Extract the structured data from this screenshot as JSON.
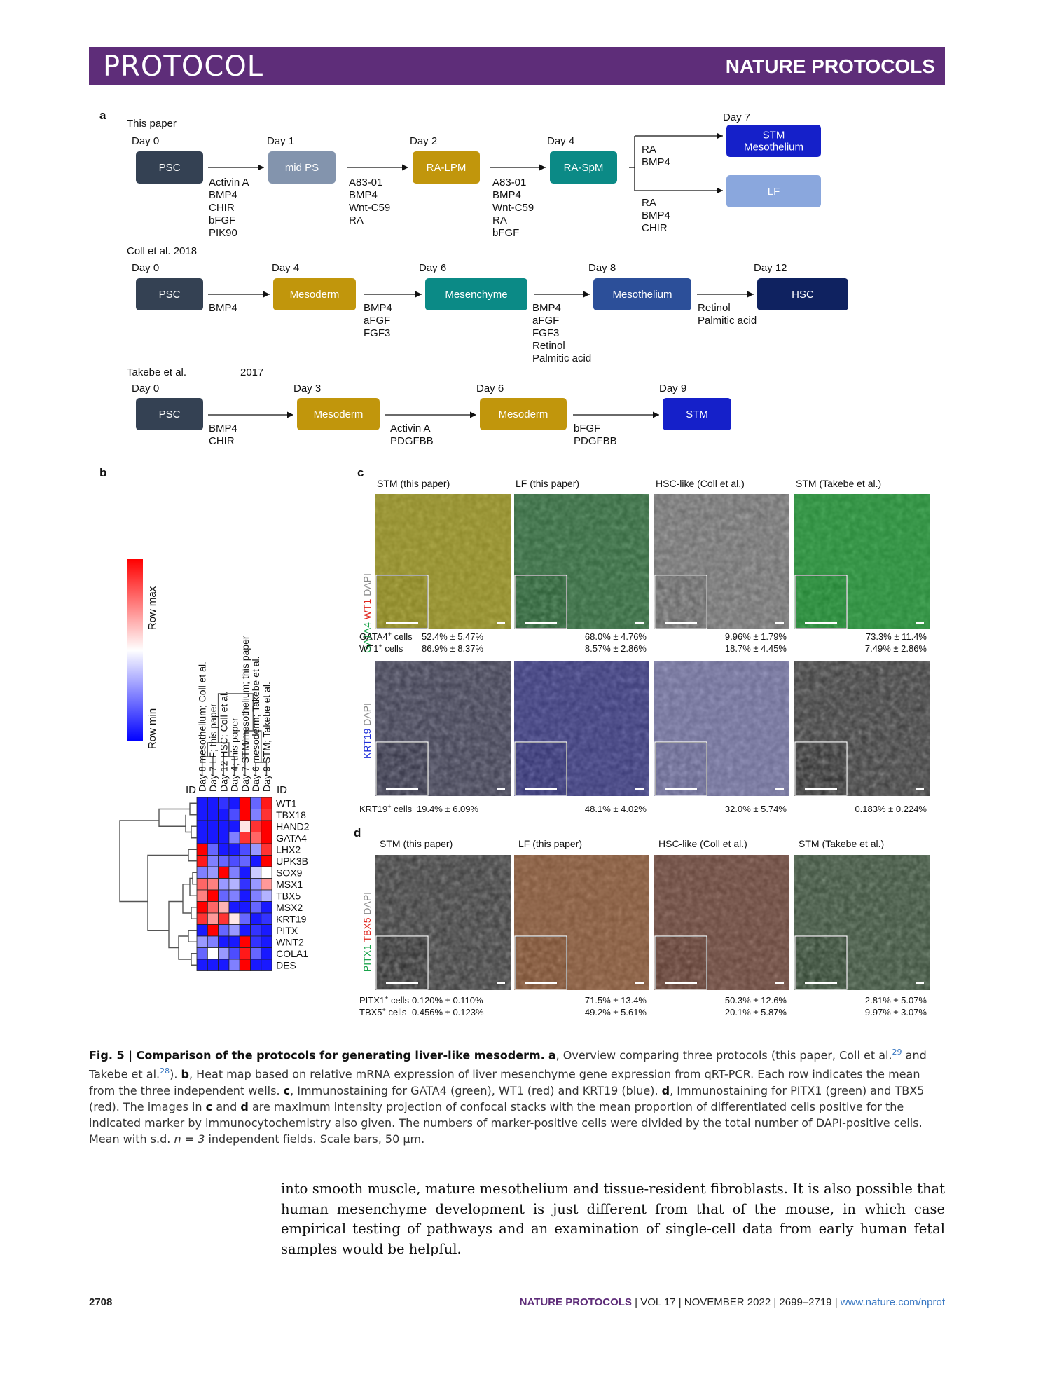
{
  "header": {
    "left": "PROTOCOL",
    "right": "NATURE PROTOCOLS"
  },
  "panel_a": {
    "label": "a",
    "rows": [
      {
        "title": "This paper",
        "days": [
          "Day 0",
          "Day 1",
          "Day 2",
          "Day 4",
          "Day 7"
        ],
        "boxes": [
          {
            "text": "PSC",
            "color": "#344153"
          },
          {
            "text": "mid PS",
            "color": "#8394ad"
          },
          {
            "text": "RA-LPM",
            "color": "#c1960c"
          },
          {
            "text": "RA-SpM",
            "color": "#0b8a86"
          },
          {
            "text": "STM\nMesothelium",
            "color": "#1520c9"
          },
          {
            "text": "LF",
            "color": "#8aa7dd"
          }
        ],
        "conditions": [
          [
            "Activin A",
            "BMP4",
            "CHIR",
            "bFGF",
            "PIK90"
          ],
          [
            "A83-01",
            "BMP4",
            "Wnt-C59",
            "RA"
          ],
          [
            "A83-01",
            "BMP4",
            "Wnt-C59",
            "RA",
            "bFGF"
          ],
          [
            "RA",
            "BMP4"
          ],
          [
            "RA",
            "BMP4",
            "CHIR"
          ]
        ]
      },
      {
        "title": "Coll et al. 2018",
        "days": [
          "Day 0",
          "Day 4",
          "Day 6",
          "Day 8",
          "Day 12"
        ],
        "boxes": [
          {
            "text": "PSC",
            "color": "#344153"
          },
          {
            "text": "Mesoderm",
            "color": "#c1960c"
          },
          {
            "text": "Mesenchyme",
            "color": "#0b8a86"
          },
          {
            "text": "Mesothelium",
            "color": "#2c4f99"
          },
          {
            "text": "HSC",
            "color": "#0f2260"
          }
        ],
        "conditions": [
          [
            "BMP4"
          ],
          [
            "BMP4",
            "aFGF",
            "FGF3"
          ],
          [
            "BMP4",
            "aFGF",
            "FGF3",
            "Retinol",
            "Palmitic acid"
          ],
          [
            "Retinol",
            "Palmitic acid"
          ]
        ]
      },
      {
        "title": "Takebe et al.",
        "year": "2017",
        "days": [
          "Day 0",
          "Day 3",
          "Day 6",
          "Day 9"
        ],
        "boxes": [
          {
            "text": "PSC",
            "color": "#344153"
          },
          {
            "text": "Mesoderm",
            "color": "#c1960c"
          },
          {
            "text": "Mesoderm",
            "color": "#c1960c"
          },
          {
            "text": "STM",
            "color": "#1520c9"
          }
        ],
        "conditions": [
          [
            "BMP4",
            "CHIR"
          ],
          [
            "Activin A",
            "PDGFBB"
          ],
          [
            "bFGF",
            "PDGFBB"
          ]
        ]
      }
    ]
  },
  "panel_b": {
    "label": "b",
    "legend_max": "Row max",
    "legend_min": "Row min",
    "id_label": "ID",
    "columns": [
      "Day 8 mesothelium; Coll et al.",
      "Day 7 LF; this paper",
      "Day 12 HSC; Coll et al.",
      "Day 4; this paper",
      "Day 7 STM/mesothelium; this paper",
      "Day 6 mesoderm; Takebe et al.",
      "Day 9 STM; Takebe et al."
    ],
    "genes": [
      "WT1",
      "TBX18",
      "HAND2",
      "GATA4",
      "LHX2",
      "UPK3B",
      "SOX9",
      "MSX1",
      "TBX5",
      "MSX2",
      "KRT19",
      "PITX",
      "WNT2",
      "COLA1",
      "DES"
    ],
    "matrix": [
      [
        -0.9,
        -0.9,
        -0.8,
        -0.9,
        1.0,
        -0.6,
        0.9
      ],
      [
        -0.9,
        -0.9,
        -0.9,
        -0.7,
        1.0,
        -0.5,
        0.8
      ],
      [
        -0.9,
        -0.9,
        -0.9,
        -0.9,
        0.1,
        0.8,
        1.0
      ],
      [
        -0.9,
        -0.9,
        -0.9,
        -0.5,
        0.8,
        0.6,
        1.0
      ],
      [
        1.0,
        -0.6,
        -0.9,
        -0.9,
        -0.7,
        -0.4,
        0.8
      ],
      [
        0.9,
        -0.5,
        -0.6,
        -0.7,
        -0.6,
        -0.9,
        1.0
      ],
      [
        -0.5,
        -0.4,
        1.0,
        -0.5,
        -0.9,
        -0.2,
        0.0
      ],
      [
        0.6,
        0.5,
        -0.4,
        -0.3,
        -0.8,
        -0.4,
        0.4
      ],
      [
        0.5,
        1.0,
        -0.6,
        -0.5,
        -0.9,
        -0.5,
        -0.3
      ],
      [
        1.0,
        0.6,
        0.3,
        -0.9,
        -0.9,
        -0.6,
        -0.9
      ],
      [
        0.8,
        0.4,
        0.8,
        0.1,
        -0.6,
        -0.9,
        -0.8
      ],
      [
        -0.9,
        1.0,
        -0.6,
        -0.4,
        -0.9,
        -0.8,
        -0.9
      ],
      [
        -0.4,
        -0.5,
        -0.9,
        -0.9,
        1.0,
        -0.8,
        -0.9
      ],
      [
        -0.6,
        0.0,
        -0.4,
        -0.7,
        0.9,
        -0.6,
        -0.9
      ],
      [
        -0.9,
        -0.9,
        -0.9,
        -0.5,
        1.0,
        -0.9,
        -0.9
      ]
    ]
  },
  "panel_c": {
    "label": "c",
    "columns": [
      "STM (this paper)",
      "LF (this paper)",
      "HSC-like (Coll et al.)",
      "STM (Takebe et al.)"
    ],
    "row1_stain": [
      "GATA4",
      "WT1",
      "DAPI"
    ],
    "row1_stats": [
      {
        "label": "GATA4",
        "values": [
          "52.4% ± 5.47%",
          "68.0% ± 4.76%",
          "9.96% ± 1.79%",
          "73.3% ± 11.4%"
        ]
      },
      {
        "label": "WT1",
        "values": [
          "86.9% ± 8.37%",
          "8.57% ± 2.86%",
          "18.7% ± 4.45%",
          "7.49% ± 2.86%"
        ]
      }
    ],
    "row2_stain": [
      "KRT19",
      "DAPI"
    ],
    "row2_stats": [
      {
        "label": "KRT19",
        "values": [
          "19.4% ± 6.09%",
          "48.1% ± 4.02%",
          "32.0% ± 5.74%",
          "0.183% ± 0.224%"
        ]
      }
    ],
    "cells_suffix": "cells",
    "plus": "+"
  },
  "panel_d": {
    "label": "d",
    "columns": [
      "STM (this paper)",
      "LF (this paper)",
      "HSC-like (Coll et al.)",
      "STM (Takebe et al.)"
    ],
    "stain": [
      "PITX1",
      "TBX5",
      "DAPI"
    ],
    "stats": [
      {
        "label": "PITX1",
        "values": [
          "0.120% ± 0.110%",
          "71.5% ± 13.4%",
          "50.3% ± 12.6%",
          "2.81% ± 5.07%"
        ]
      },
      {
        "label": "TBX5",
        "values": [
          "0.456% ± 0.123%",
          "49.2% ± 5.61%",
          "20.1% ± 5.87%",
          "9.97% ± 3.07%"
        ]
      }
    ]
  },
  "caption": {
    "fig": "Fig. 5 | Comparison of the protocols for generating liver-like mesoderm.",
    "a_label": "a",
    "a_text": ", Overview comparing three protocols (this paper, Coll et al.",
    "ref29": "29",
    "and_takebe": " and Takebe et al.",
    "ref28": "28",
    "close": "). ",
    "b_label": "b",
    "b_text": ", Heat map based on relative mRNA expression of liver mesenchyme gene expression from qRT-PCR. Each row indicates the mean from the three independent wells. ",
    "c_label": "c",
    "c_text": ", Immunostaining for GATA4 (green), WT1 (red) and KRT19 (blue). ",
    "d_label": "d",
    "d_text": ", Immunostaining for PITX1 (green) and TBX5 (red). The images in ",
    "c2": "c",
    "and": " and ",
    "d2": "d",
    "rest": " are maximum intensity projection of confocal stacks with the mean proportion of differentiated cells positive for the indicated marker by immunocytochemistry also given. The numbers of marker-positive cells were divided by the total number of DAPI-positive cells. Mean with s.d. ",
    "n_eq": "n = 3",
    "rest2": " independent fields. Scale bars, 50 μm."
  },
  "body_text": "into smooth muscle, mature mesothelium and tissue-resident fibroblasts. It is also possible that human mesenchyme development is just different from that of the mouse, in which case empirical testing of pathways and an examination of single-cell data from early human fetal samples would be helpful.",
  "footer": {
    "page": "2708",
    "journal": "NATURE PROTOCOLS",
    "sep": "|",
    "vol": "VOL 17",
    "date": "NOVEMBER 2022",
    "pages": "2699–2719",
    "url": "www.nature.com/nprot"
  }
}
